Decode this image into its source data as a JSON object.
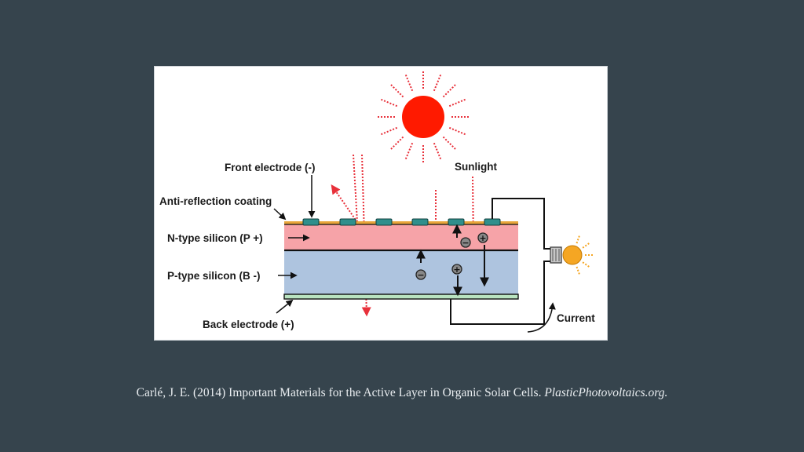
{
  "diagram": {
    "labels": {
      "front_electrode": "Front electrode (-)",
      "sunlight": "Sunlight",
      "anti_reflection": "Anti-reflection coating",
      "n_type": "N-type silicon (P +)",
      "p_type": "P-type silicon (B -)",
      "back_electrode": "Back electrode (+)",
      "current": "Current"
    },
    "carriers": {
      "electron": "−",
      "hole": "+"
    },
    "colors": {
      "background": "#36444d",
      "n_layer": "#f6a3a8",
      "p_layer": "#aec4df",
      "coating": "#e8a53a",
      "electrode": "#2f8f8c",
      "back_electrode": "#b9e3c0",
      "sun": "#ff1a00",
      "light_ray": "#e8303a",
      "bulb": "#f5a623"
    }
  },
  "caption": {
    "text": "Carlé, J. E. (2014) Important Materials for the Active Layer in Organic Solar Cells.",
    "source": "PlasticPhotovoltaics.org."
  }
}
